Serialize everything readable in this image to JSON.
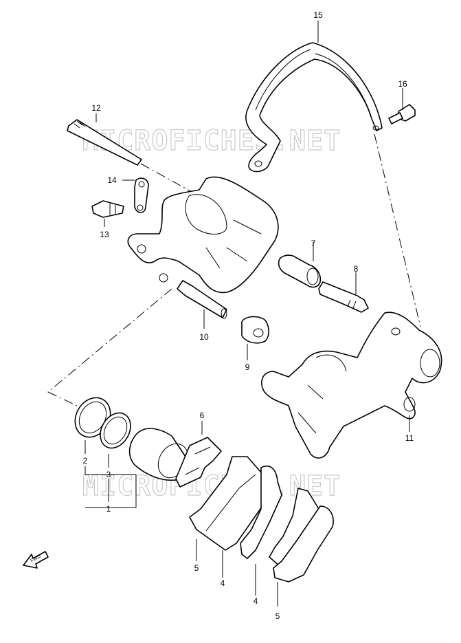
{
  "watermark": "MICROFICHES.NET",
  "fwd_badge": "FWD",
  "callouts": {
    "c1": "1",
    "c2": "2",
    "c3": "3",
    "c4a": "4",
    "c4b": "4",
    "c5a": "5",
    "c5b": "5",
    "c6": "6",
    "c7": "7",
    "c8": "8",
    "c9": "9",
    "c10": "10",
    "c11": "11",
    "c12": "12",
    "c13": "13",
    "c14": "14",
    "c15": "15",
    "c16": "16"
  }
}
